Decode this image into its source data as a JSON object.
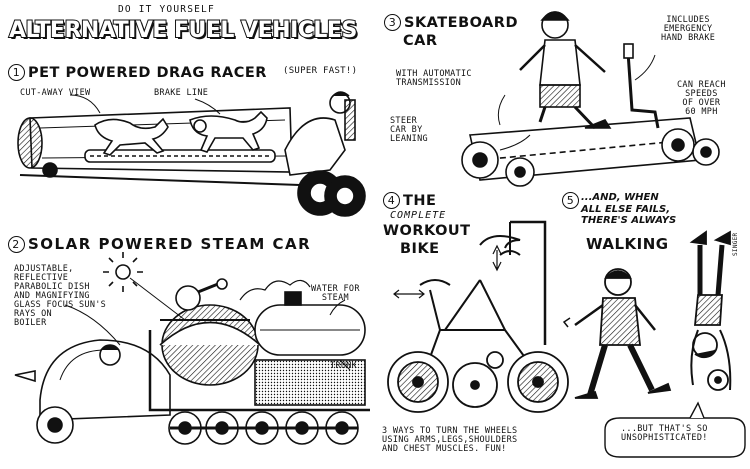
{
  "header": {
    "kicker": "DO IT YOURSELF",
    "title": "ALTERNATIVE FUEL VEHICLES"
  },
  "panels": {
    "pet_racer": {
      "number": "1",
      "title": "PET POWERED DRAG RACER",
      "aside": "(SUPER FAST!)",
      "label_cutaway": "CUT-AWAY VIEW",
      "label_brake": "BRAKE LINE"
    },
    "skateboard": {
      "number": "3",
      "title_line1": "SKATEBOARD",
      "title_line2": "CAR",
      "label_transmission": "WITH AUTOMATIC\nTRANSMISSION",
      "label_brake": "INCLUDES\nEMERGENCY\nHAND BRAKE",
      "label_speed": "CAN REACH\nSPEEDS\nOF OVER\n60 MPH",
      "label_steer": "STEER\nCAR BY\nLEANING"
    },
    "solar": {
      "number": "2",
      "title": "SOLAR POWERED STEAM CAR",
      "label_dish": "ADJUSTABLE,\nREFLECTIVE\nPARABOLIC DISH\nAND MAGNIFYING\nGLASS FOCUS SUN'S\nRAYS ON\nBOILER",
      "label_water": "WATER FOR\nSTEAM",
      "label_trunk": "TRUNK"
    },
    "workout": {
      "number": "4",
      "title_line1": "THE",
      "title_line2": "COMPLETE",
      "title_line3": "WORKOUT",
      "title_line4": "BIKE",
      "caption": "3 WAYS TO TURN THE WHEELS\nUSING ARMS,LEGS,SHOULDERS\nAND CHEST MUSCLES. FUN!"
    },
    "walking": {
      "number": "5",
      "title_intro": "...AND, WHEN\nALL ELSE FAILS,\nTHERE'S ALWAYS",
      "title_main": "WALKING",
      "signature": "SINGER",
      "speech": "...BUT THAT'S SO\nUNSOPHISTICATED!"
    }
  }
}
